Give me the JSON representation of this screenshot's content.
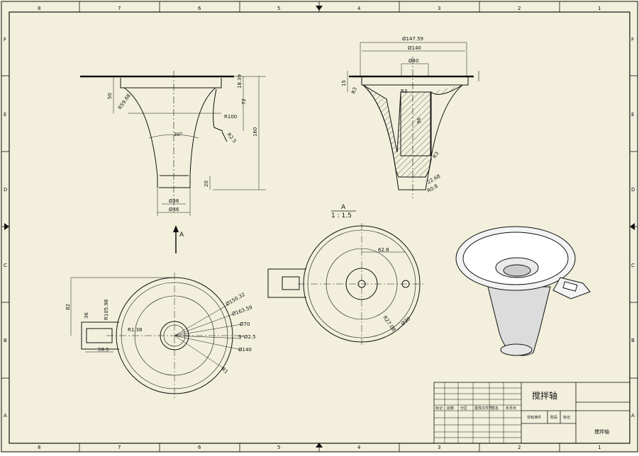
{
  "sheet": {
    "background": "#f2f0dc",
    "line_color": "#111111",
    "zone_columns_top": [
      "8",
      "7",
      "6",
      "5",
      "4",
      "3",
      "2",
      "1"
    ],
    "zone_columns_bottom": [
      "8",
      "7",
      "6",
      "5",
      "4",
      "3",
      "2",
      "1"
    ],
    "zone_rows_left": [
      "F",
      "E",
      "D",
      "C",
      "B",
      "A"
    ],
    "zone_rows_right": [
      "F",
      "E",
      "D",
      "C",
      "B",
      "A"
    ]
  },
  "front_view": {
    "dims": {
      "d1": "50",
      "d2": "R59.68",
      "d3": "18.39",
      "d4": "72",
      "d5": "160",
      "d6": "R100",
      "d7": "R2.5",
      "d8": "30°",
      "d9": "20",
      "d10": "Ø36",
      "d11": "Ø46"
    }
  },
  "section_view": {
    "dims": {
      "d1": "Ø147.59",
      "d2": "Ø140",
      "d3": "Ø40",
      "d4": "15",
      "d5": "R3",
      "d6": "R3",
      "d7": "96",
      "d8": "R3",
      "d9": "22.68",
      "d10": "R0.8"
    }
  },
  "view_arrow": {
    "label": "A"
  },
  "detail_view": {
    "title": "A",
    "scale": "1 : 1.5",
    "dims": {
      "d1": "62.8",
      "d2": "R27.08",
      "d3": "Ø30"
    }
  },
  "top_view": {
    "dims": {
      "d1": "82",
      "d2": "36",
      "d3": "R105.98",
      "d4": "R1.38",
      "d5": "59.5",
      "d6": "Ø150.32",
      "d7": "Ø163.59",
      "d8": "Ø70",
      "d9": "9*Ø2.5",
      "d10": "Ø140",
      "d11": "R1"
    }
  },
  "title_block": {
    "part_name": "搅拌轴",
    "part_name_small": "搅拌轴",
    "material_label": "非标准件",
    "row_labels": [
      "标记",
      "处数",
      "分区",
      "更改文件号",
      "签名",
      "年月日"
    ],
    "extra_label_1": "阶段",
    "extra_label_2": "标记"
  }
}
